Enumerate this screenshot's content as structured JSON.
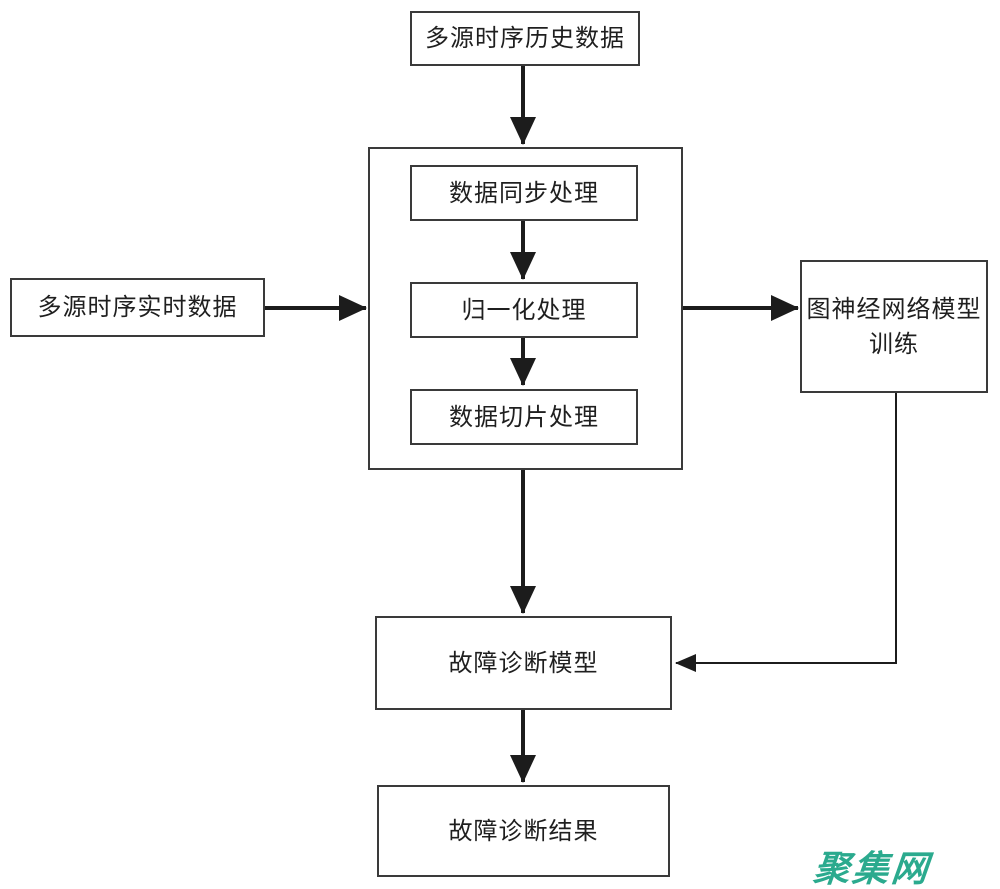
{
  "diagram": {
    "nodes": {
      "historical_data": {
        "label": "多源时序历史数据"
      },
      "realtime_data": {
        "label": "多源时序实时数据"
      },
      "sync": {
        "label": "数据同步处理"
      },
      "normalize": {
        "label": "归一化处理"
      },
      "slice": {
        "label": "数据切片处理"
      },
      "gnn_training": {
        "label": "图神经网络模型训练"
      },
      "diagnosis_model": {
        "label": "故障诊断模型"
      },
      "diagnosis_result": {
        "label": "故障诊断结果"
      }
    },
    "watermark": {
      "text": "聚集网",
      "color": "#2BAA8E"
    },
    "colors": {
      "line": "#1c1c1c",
      "box_border": "#3a3a3a",
      "text": "#1f1f1f",
      "background": "#ffffff"
    }
  }
}
